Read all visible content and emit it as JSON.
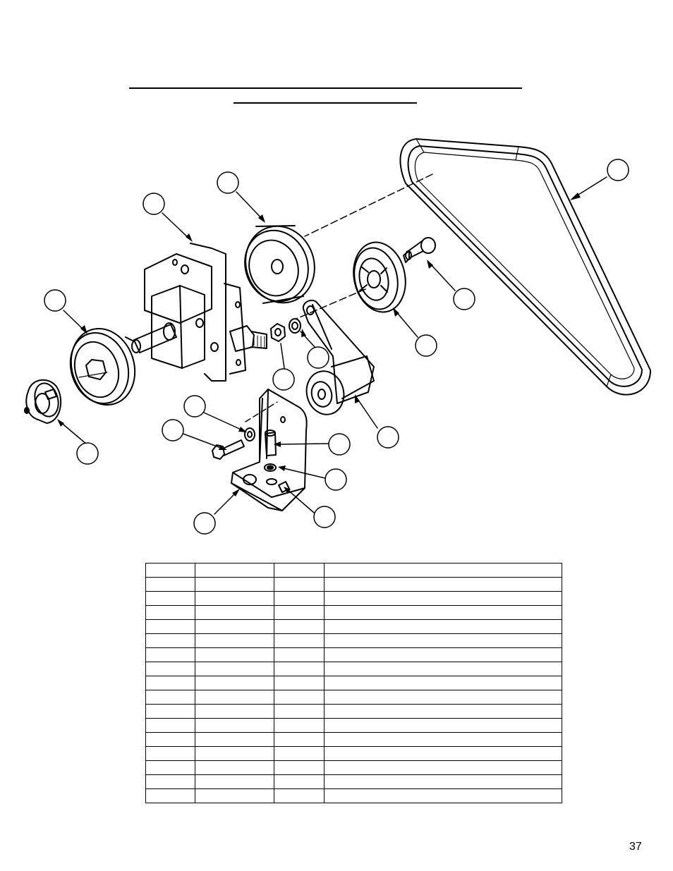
{
  "page": {
    "number": "37"
  },
  "table": {
    "rows": 17,
    "cols": 4
  }
}
